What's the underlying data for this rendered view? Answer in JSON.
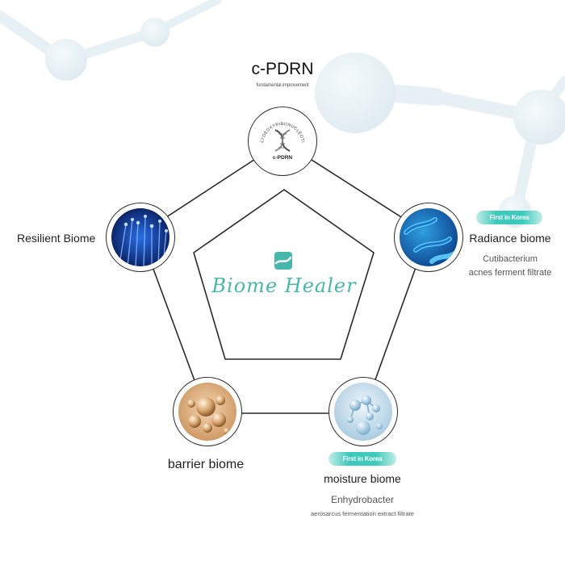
{
  "top": {
    "title": "c-PDRN",
    "subtitle": "fundamental improvement"
  },
  "top_icon": {
    "ring_text": "POLYDEOXYRIBONUCLEOTIDE",
    "label": "c-PDRN"
  },
  "center": {
    "brand": "Biome Healer"
  },
  "nodes": {
    "resilient": {
      "label": "Resilient Biome"
    },
    "radiance": {
      "badge": "First in Korea",
      "label": "Radiance biome",
      "desc1": "Cutibacterium",
      "desc2": "acnes ferment filtrate"
    },
    "barrier": {
      "label": "barrier biome"
    },
    "moisture": {
      "badge": "First in Korea",
      "label": "moisture biome",
      "desc1": "Enhydrobacter",
      "desc2": "aerosarcus fermentation extract filtrate"
    }
  },
  "colors": {
    "accent": "#3fc9bd",
    "brand": "#47b6ac",
    "line": "#2a2a2a"
  }
}
